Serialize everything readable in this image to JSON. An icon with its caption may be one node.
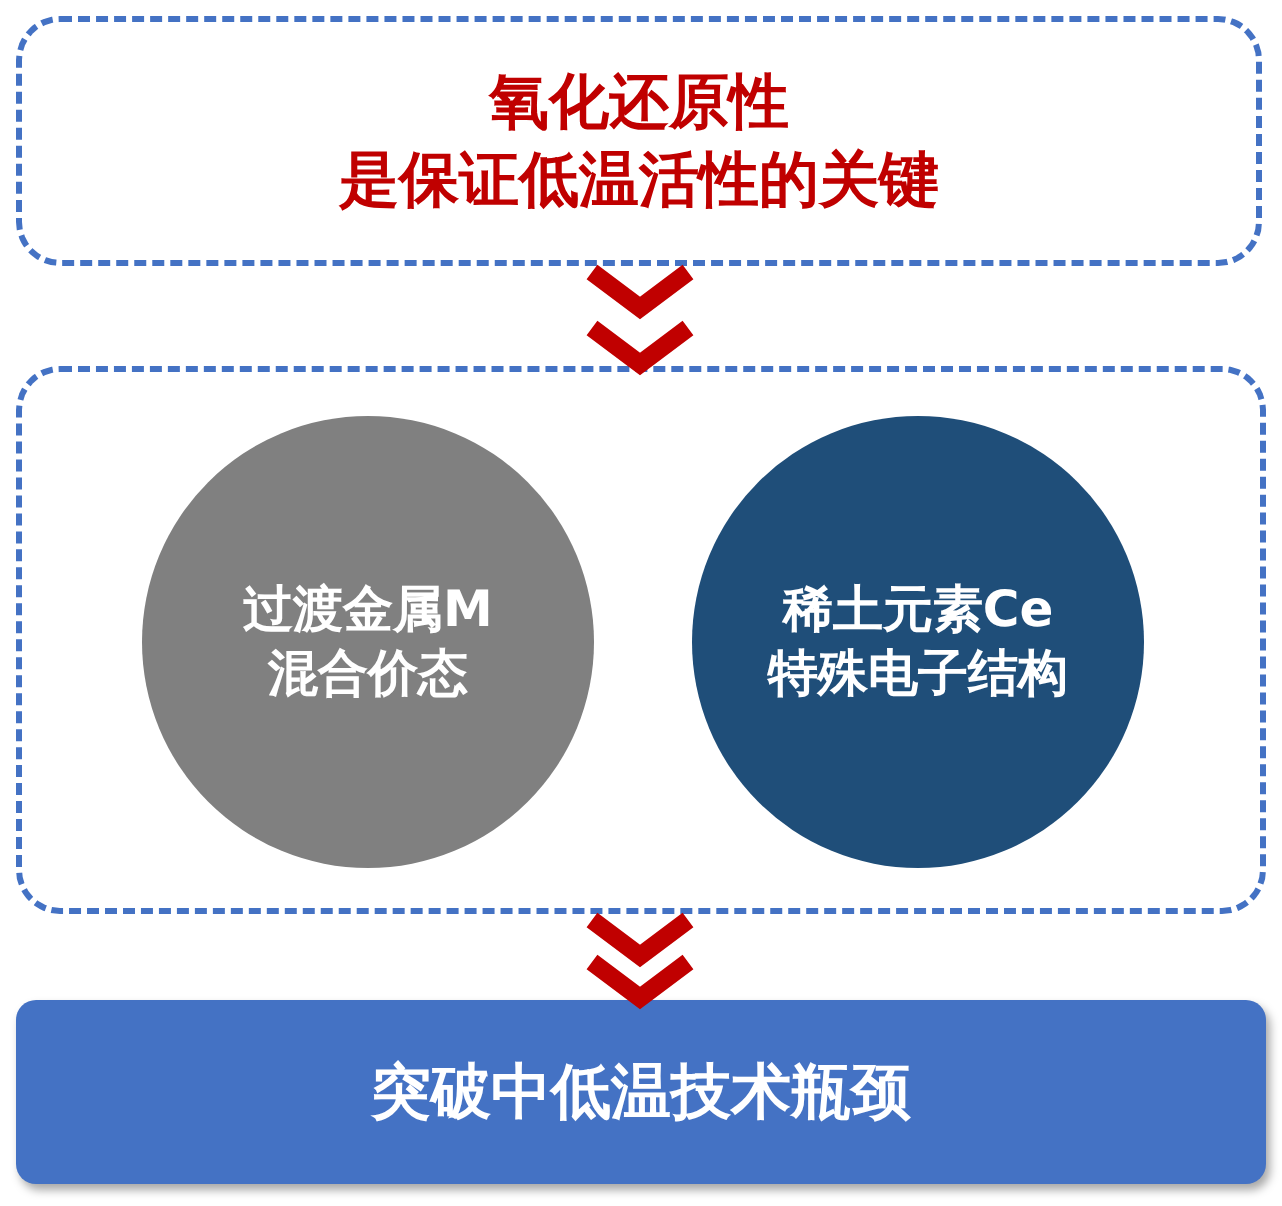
{
  "diagram": {
    "nodes": [
      {
        "text": [
          "氧化还原性是保证低温活性的关键"
        ]
      },
      {
        "text": [],
        "shape": "box"
      },
      {
        "text": [
          "过渡金属M混合价态"
        ],
        "in": 1
      },
      {
        "text": [
          "稀土元素Ce特殊电子结构"
        ],
        "in": 1
      },
      {
        "text": [
          "突破中低温技术瓶颈"
        ]
      }
    ],
    "edges": [
      {
        "from": 0,
        "to": 1,
        "arrow": "to"
      },
      {
        "from": 1,
        "to": 4,
        "arrow": "to"
      }
    ]
  }
}
